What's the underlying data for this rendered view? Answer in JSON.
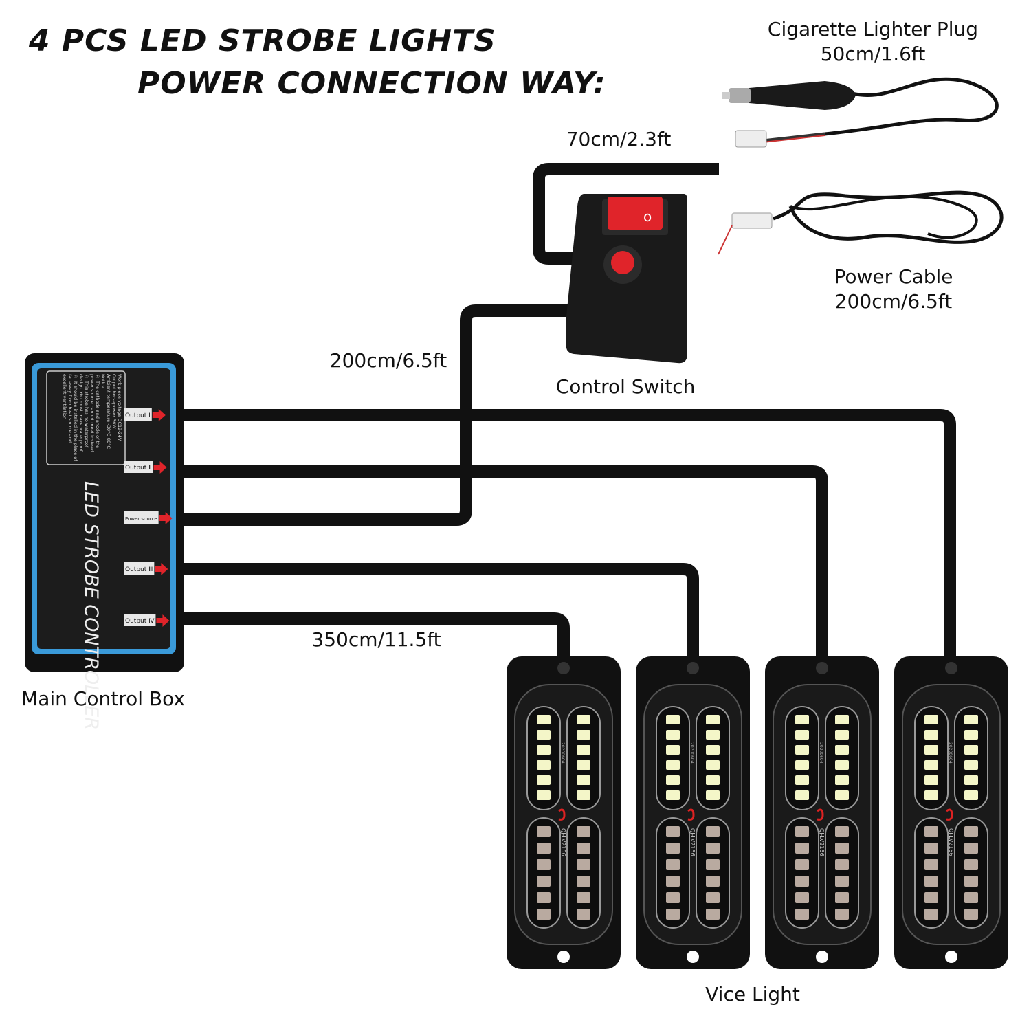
{
  "title": {
    "line1": "4 PCS LED STROBE LIGHTS",
    "line2": "POWER CONNECTION WAY:"
  },
  "labels": {
    "cigarette_plug": "Cigarette Lighter Plug",
    "cigarette_plug_length": "50cm/1.6ft",
    "switch_cable_length": "70cm/2.3ft",
    "power_cable": "Power Cable",
    "power_cable_length": "200cm/6.5ft",
    "switch_to_box_length": "200cm/6.5ft",
    "control_switch": "Control Switch",
    "output_cable_length": "350cm/11.5ft",
    "main_control_box": "Main Control Box",
    "vice_light": "Vice Light"
  },
  "control_box": {
    "name": "LED STROBE CONTROLLER",
    "ports": [
      "Output Ⅰ",
      "Output Ⅱ",
      "Power source",
      "Output Ⅲ",
      "Output Ⅳ"
    ],
    "spec_lines": [
      "Work piece voltage   DC12-24V",
      "Output horsepower   36W",
      "Ambient temperature  -30°C  80°C",
      "Notice",
      "① The cathode and anode of the power source cannot meet instead",
      "② This strobe has no waterproof design. You must make waterproof",
      "③ It should be installed in the place of far away from heat source and excellent ventilation"
    ],
    "border_color": "#3a9ad9"
  },
  "lights": {
    "count": 4,
    "model": "QJ-LV2156",
    "pcb_code": "20200604"
  },
  "colors": {
    "cable": "#111111",
    "switch_red": "#e0242a",
    "port_arrow": "#e0242a"
  }
}
